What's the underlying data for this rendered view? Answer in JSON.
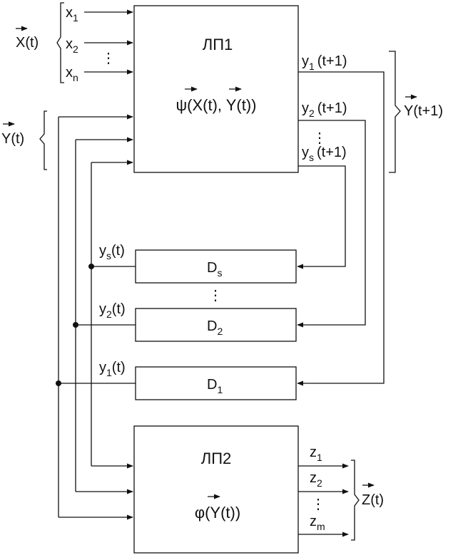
{
  "blocks": {
    "lp1": {
      "title": "ЛП1",
      "formula": "ψ(X(t), Y(t))"
    },
    "lp2": {
      "title": "ЛП2",
      "formula": "φ(Y(t))"
    },
    "ds": {
      "label": "D",
      "sub": "s"
    },
    "d2": {
      "label": "D",
      "sub": "2"
    },
    "d1": {
      "label": "D",
      "sub": "1"
    }
  },
  "inputs": {
    "x1": {
      "base": "x",
      "sub": "1"
    },
    "x2": {
      "base": "x",
      "sub": "2"
    },
    "xn": {
      "base": "x",
      "sub": "n"
    },
    "vector_x": "X(t)",
    "vector_y": "Y(t)"
  },
  "outputs_lp1": {
    "y1": {
      "base": "y",
      "sub": "1",
      "arg": "(t+1)"
    },
    "y2": {
      "base": "y",
      "sub": "2",
      "arg": "(t+1)"
    },
    "ys": {
      "base": "y",
      "sub": "s",
      "arg": "(t+1)"
    },
    "vector": "Y(t+1)"
  },
  "delay_outputs": {
    "ys": {
      "base": "y",
      "sub": "s",
      "arg": "(t)"
    },
    "y2": {
      "base": "y",
      "sub": "2",
      "arg": "(t)"
    },
    "y1": {
      "base": "y",
      "sub": "1",
      "arg": "(t)"
    }
  },
  "outputs_lp2": {
    "z1": {
      "base": "z",
      "sub": "1"
    },
    "z2": {
      "base": "z",
      "sub": "2"
    },
    "zm": {
      "base": "z",
      "sub": "m"
    },
    "vector": "Z(t)"
  },
  "ellipsis": "⋮"
}
